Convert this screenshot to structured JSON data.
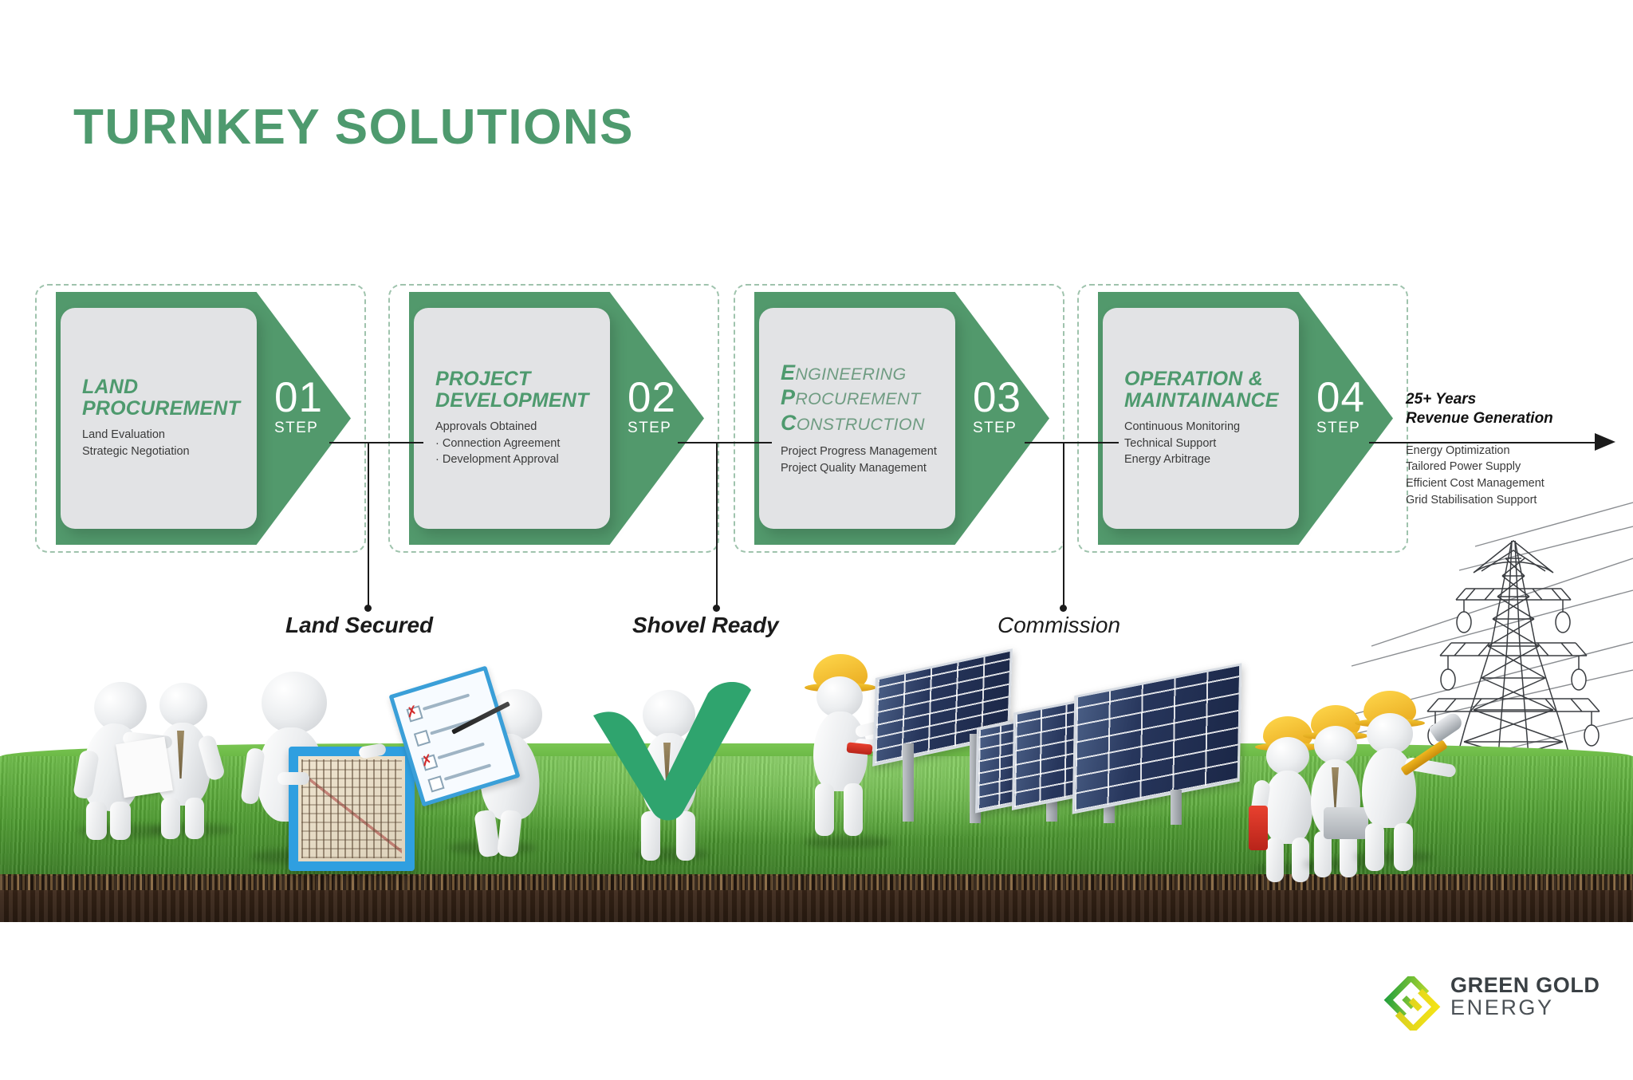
{
  "page": {
    "title": "TURNKEY SOLUTIONS",
    "accent_green": "#4e9a6e",
    "chevron_green": "#52996c",
    "card_gray": "#e2e3e5",
    "dash_border": "#9fc3ad"
  },
  "steps": [
    {
      "title_line1": "LAND",
      "title_line2": "PROCUREMENT",
      "bullets": [
        "Land Evaluation",
        "Strategic Negotiation"
      ],
      "number": "01",
      "step_label": "STEP"
    },
    {
      "title_line1": "PROJECT",
      "title_line2": "DEVELOPMENT",
      "bullets": [
        "Approvals Obtained",
        "· Connection Agreement",
        "· Development Approval"
      ],
      "number": "02",
      "step_label": "STEP"
    },
    {
      "epc": [
        {
          "cap": "E",
          "rest": "NGINEERING"
        },
        {
          "cap": "P",
          "rest": "ROCUREMENT"
        },
        {
          "cap": "C",
          "rest": "ONSTRUCTION"
        }
      ],
      "bullets": [
        "Project Progress Management",
        "Project Quality Management"
      ],
      "number": "03",
      "step_label": "STEP"
    },
    {
      "title_line1": "OPERATION &",
      "title_line2": "MAINTAINANCE",
      "bullets": [
        "Continuous Monitoring",
        "Technical Support",
        "Energy Arbitrage"
      ],
      "number": "04",
      "step_label": "STEP"
    }
  ],
  "milestones": [
    {
      "label": "Land Secured",
      "style": "bold"
    },
    {
      "label": "Shovel Ready",
      "style": "bold"
    },
    {
      "label": "Commission",
      "style": "plain"
    }
  ],
  "revenue": {
    "title_line1": "25+ Years",
    "title_line2": "Revenue Generation",
    "items": [
      "Energy Optimization",
      "Tailored Power Supply",
      "Efficient Cost Management",
      "Grid Stabilisation Support"
    ]
  },
  "logo": {
    "line1": "GREEN GOLD",
    "line2": "ENERGY",
    "color_green": "#3fae49",
    "color_yellow": "#f2d313"
  },
  "scene": {
    "description": "3D white figures on grass sod with soil cross-section",
    "elements": [
      "two-figures-signing-agreement",
      "figure-holding-site-map-board",
      "figure-with-clipboard-checklist",
      "figure-holding-green-checkmark",
      "engineer-installing-solar-panel",
      "solar-panel-array",
      "maintenance-crew-with-tools",
      "transmission-tower-with-power-lines"
    ]
  }
}
